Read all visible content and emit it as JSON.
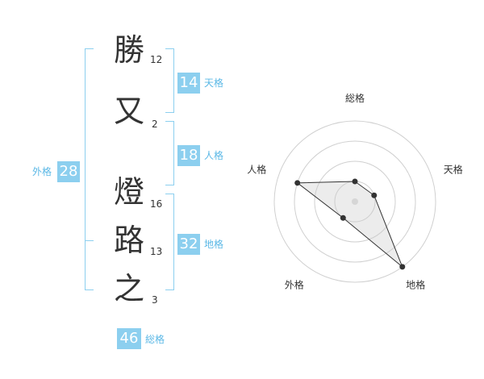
{
  "name": {
    "chars": [
      {
        "char": "勝",
        "strokes": "12"
      },
      {
        "char": "又",
        "strokes": "2"
      },
      {
        "char": "燈",
        "strokes": "16"
      },
      {
        "char": "路",
        "strokes": "13"
      },
      {
        "char": "之",
        "strokes": "3"
      }
    ]
  },
  "grid": {
    "tenkaku": {
      "label": "天格",
      "value": "14"
    },
    "jinkaku": {
      "label": "人格",
      "value": "18"
    },
    "chikaku": {
      "label": "地格",
      "value": "32"
    },
    "gaikaku": {
      "label": "外格",
      "value": "28"
    },
    "soukaku": {
      "label": "総格",
      "value": "46"
    }
  },
  "colors": {
    "accent": "#8ccfef",
    "accent_text": "#5bb8e6"
  },
  "chart_data": {
    "type": "radar",
    "axes": [
      "総格",
      "天格",
      "地格",
      "外格",
      "人格"
    ],
    "values": [
      1,
      1,
      4,
      1,
      3
    ],
    "rmax": 4,
    "rings": 4
  }
}
